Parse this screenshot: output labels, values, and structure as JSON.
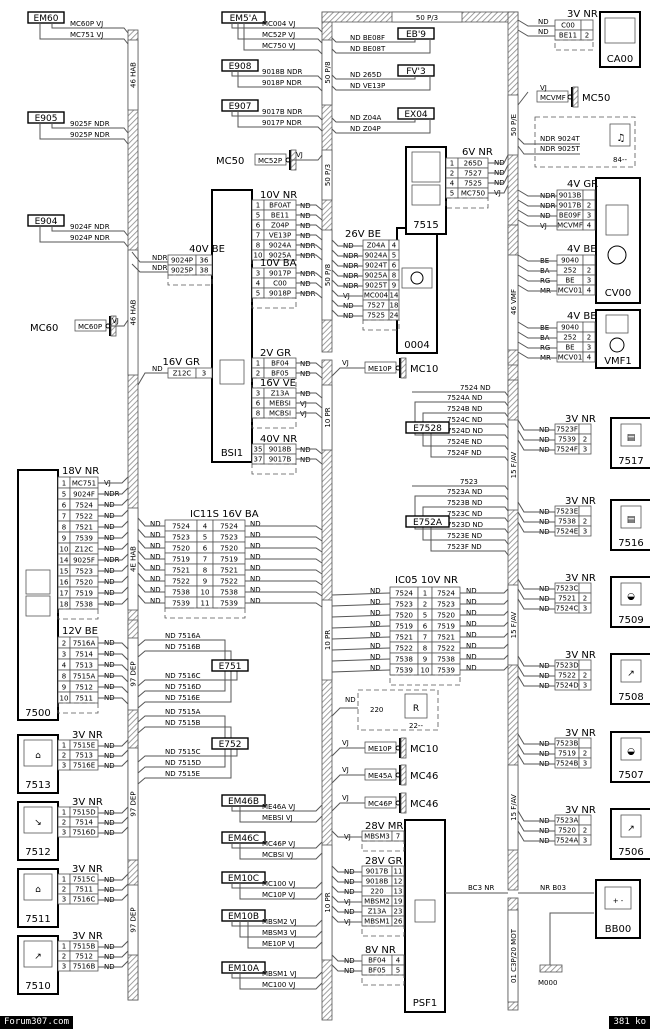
{
  "footer": {
    "left": "Forum307.com",
    "right": "381 ko"
  },
  "buses": {
    "hab_top": "46 HAB",
    "hab_mid": "46 HAB",
    "hab_low": "4E HAB",
    "p8_a": "50 P/8",
    "p3_top": "50 P/3",
    "p3_b": "50 P/3",
    "p8_b": "50 P/8",
    "pr_a": "10 PR",
    "pr_b": "10 PR",
    "pr_c": "10 PR",
    "pe": "50 P/E",
    "vmf": "46 VMF",
    "fav_a": "15 F/AV",
    "fav_b": "15 F/AV",
    "fav_c": "15 F/AV",
    "dep_a": "97 DEP",
    "dep_b": "97 DEP",
    "dep_c": "97 DEP",
    "mot": "01 C3P/20 MOT"
  },
  "splices_left": [
    {
      "id": "EM60",
      "wires": [
        "MC60P VJ",
        "MC751 VJ"
      ]
    },
    {
      "id": "E905",
      "wires": [
        "9025F NDR",
        "9025P NDR"
      ]
    },
    {
      "id": "E904",
      "wires": [
        "9024F NDR",
        "9024P NDR"
      ]
    }
  ],
  "splices_top": [
    {
      "id": "EM5'A",
      "wires": [
        "MC004 VJ",
        "MC52P VJ",
        "MC750 VJ"
      ]
    },
    {
      "id": "E908",
      "wires": [
        "9018B NDR",
        "9018P NDR"
      ]
    },
    {
      "id": "E907",
      "wires": [
        "9017B NDR",
        "9017P NDR"
      ]
    }
  ],
  "splices_mid": [
    {
      "id": "EB'9",
      "wires": [
        "ND  BE08F",
        "ND  BE08T"
      ]
    },
    {
      "id": "FV'3",
      "wires": [
        "ND  265D",
        "ND  VE13P"
      ]
    },
    {
      "id": "EX04",
      "wires": [
        "ND  Z04A",
        "ND  Z04P"
      ]
    }
  ],
  "grounds": [
    {
      "label": "MC50",
      "tag": "MC52P",
      "wire": "VJ"
    },
    {
      "label": "MC60",
      "tag": "MC60P",
      "wire": "VJ"
    },
    {
      "label": "MC50",
      "tag": "MCVMF",
      "wire": "VJ"
    },
    {
      "label": "MC10",
      "tag": "ME10P",
      "wire": "VJ"
    },
    {
      "label": "MC46",
      "tag": "ME45A",
      "wire": "VJ"
    },
    {
      "label": "MC46",
      "tag": "MC46P",
      "wire": "VJ"
    },
    {
      "label": "MC10",
      "tag": "MC10P",
      "wire": "VJ"
    }
  ],
  "bsi": {
    "label": "BSI1",
    "c40": {
      "title": "40V BE",
      "rows": [
        [
          "9024P",
          "36",
          "NDR"
        ],
        [
          "9025P",
          "38",
          "NDR"
        ]
      ]
    },
    "c16gr": {
      "title": "16V GR",
      "rows": [
        [
          "Z12C",
          "3",
          "ND"
        ]
      ]
    },
    "c10nr": {
      "title": "10V NR",
      "rows": [
        [
          "1",
          "BF0AT",
          "ND"
        ],
        [
          "5",
          "BE11",
          "ND"
        ],
        [
          "6",
          "Z04P",
          "ND"
        ],
        [
          "7",
          "VE13P",
          "ND"
        ],
        [
          "8",
          "9024A",
          "NDR"
        ],
        [
          "10",
          "9025A",
          "NDR"
        ]
      ]
    },
    "c10ba": {
      "title": "10V BA",
      "rows": [
        [
          "3",
          "9017P",
          "NDR"
        ],
        [
          "4",
          "C00",
          "ND"
        ],
        [
          "5",
          "9018P",
          "NDR"
        ]
      ]
    },
    "c2gr": {
      "title": "2V GR",
      "rows": [
        [
          "1",
          "BF04",
          "ND"
        ],
        [
          "2",
          "BF05",
          "ND"
        ]
      ]
    },
    "c16ve": {
      "title": "16V VE",
      "rows": [
        [
          "3",
          "Z13A",
          "ND"
        ],
        [
          "6",
          "MEBSI",
          "VJ"
        ],
        [
          "8",
          "MCBSI",
          "VJ"
        ]
      ]
    },
    "c40nr": {
      "title": "40V NR",
      "rows": [
        [
          "35",
          "9018B",
          "ND"
        ],
        [
          "37",
          "9017B",
          "ND"
        ]
      ]
    }
  },
  "c0004": {
    "label": "0004",
    "title": "26V BE",
    "rows": [
      [
        "ND",
        "Z04A",
        "4"
      ],
      [
        "NDR",
        "9024A",
        "5"
      ],
      [
        "NDR",
        "9024T",
        "6"
      ],
      [
        "NDR",
        "9025A",
        "8"
      ],
      [
        "NDR",
        "9025T",
        "9"
      ],
      [
        "VJ",
        "MC004",
        "14"
      ],
      [
        "ND",
        "7527",
        "18"
      ],
      [
        "ND",
        "7525",
        "24"
      ]
    ]
  },
  "c7515": {
    "label": "7515",
    "title": "6V NR",
    "rows": [
      [
        "1",
        "265D",
        "ND"
      ],
      [
        "2",
        "7527",
        "ND"
      ],
      [
        "4",
        "7525",
        "ND"
      ],
      [
        "5",
        "MC750",
        "VJ"
      ]
    ]
  },
  "ca00": {
    "label": "CA00",
    "title": "3V NR",
    "rows": [
      [
        "ND",
        "C00",
        ""
      ],
      [
        "ND",
        "BE11",
        "2"
      ]
    ]
  },
  "c84": {
    "label": "84--",
    "rows": [
      [
        "NDR",
        "9024T"
      ],
      [
        "NDR",
        "9025T"
      ]
    ]
  },
  "cv00": {
    "label": "CV00",
    "top": {
      "title": "4V GR",
      "rows": [
        [
          "NDR",
          "9013B",
          ""
        ],
        [
          "NDR",
          "9017B",
          "2"
        ],
        [
          "ND",
          "BE09F",
          "3"
        ],
        [
          "VJ",
          "MCVMF",
          "4"
        ]
      ]
    },
    "bottom": {
      "title": "4V BE",
      "rows": [
        [
          "BE",
          "9040",
          ""
        ],
        [
          "BA",
          "252",
          "2"
        ],
        [
          "RG",
          "BE",
          "3"
        ],
        [
          "MR",
          "MCV01",
          "4"
        ]
      ]
    }
  },
  "vmf1": {
    "label": "VMF1",
    "title": "4V BE",
    "rows": [
      [
        "BE",
        "9040",
        ""
      ],
      [
        "BA",
        "252",
        "2"
      ],
      [
        "RG",
        "BE",
        "3"
      ],
      [
        "MR",
        "MCV01",
        "4"
      ]
    ]
  },
  "e7528": {
    "id": "E7528",
    "head": "7524 ND",
    "wires": [
      "7524A ND",
      "7524B ND",
      "7524C ND",
      "7524D ND",
      "7524E ND",
      "7524F ND"
    ]
  },
  "e752a": {
    "id": "E752A",
    "head": "7523",
    "wires": [
      "7523A ND",
      "7523B ND",
      "7523C ND",
      "7523D ND",
      "7523E ND",
      "7523F ND"
    ]
  },
  "c7517": {
    "label": "7517",
    "title": "3V NR",
    "rows": [
      [
        "ND",
        "7523F",
        ""
      ],
      [
        "ND",
        "7539",
        "2"
      ],
      [
        "ND",
        "7524F",
        "3"
      ]
    ]
  },
  "c7516": {
    "label": "7516",
    "title": "3V NR",
    "rows": [
      [
        "ND",
        "7523E",
        ""
      ],
      [
        "ND",
        "7538",
        "2"
      ],
      [
        "ND",
        "7524E",
        "3"
      ]
    ]
  },
  "c7509": {
    "label": "7509",
    "title": "3V NR",
    "rows": [
      [
        "ND",
        "7523C",
        ""
      ],
      [
        "ND",
        "7521",
        "2"
      ],
      [
        "ND",
        "7524C",
        "3"
      ]
    ]
  },
  "c7508": {
    "label": "7508",
    "title": "3V NR",
    "rows": [
      [
        "ND",
        "7523D",
        ""
      ],
      [
        "ND",
        "7522",
        "2"
      ],
      [
        "ND",
        "7524D",
        "3"
      ]
    ]
  },
  "c7507": {
    "label": "7507",
    "title": "3V NR",
    "rows": [
      [
        "ND",
        "7523B",
        ""
      ],
      [
        "ND",
        "7519",
        "2"
      ],
      [
        "ND",
        "7524B",
        "3"
      ]
    ]
  },
  "c7506": {
    "label": "7506",
    "title": "3V NR",
    "rows": [
      [
        "ND",
        "7523A",
        ""
      ],
      [
        "ND",
        "7520",
        "2"
      ],
      [
        "ND",
        "7524A",
        "3"
      ]
    ]
  },
  "ic11s": {
    "title": "IC11S  16V BA",
    "rows": [
      [
        "7524",
        "4",
        "7524"
      ],
      [
        "7523",
        "5",
        "7523"
      ],
      [
        "7520",
        "6",
        "7520"
      ],
      [
        "7519",
        "7",
        "7519"
      ],
      [
        "7521",
        "8",
        "7521"
      ],
      [
        "7522",
        "9",
        "7522"
      ],
      [
        "7538",
        "10",
        "7538"
      ],
      [
        "7539",
        "11",
        "7539"
      ]
    ]
  },
  "ic05": {
    "title": "IC05   10V NR",
    "rows": [
      [
        "7524",
        "1",
        "7524"
      ],
      [
        "7523",
        "2",
        "7523"
      ],
      [
        "7520",
        "5",
        "7520"
      ],
      [
        "7519",
        "6",
        "7519"
      ],
      [
        "7521",
        "7",
        "7521"
      ],
      [
        "7522",
        "8",
        "7522"
      ],
      [
        "7538",
        "9",
        "7538"
      ],
      [
        "7539",
        "10",
        "7539"
      ]
    ]
  },
  "c22": {
    "label": "22--",
    "wire": "220",
    "col": "ND"
  },
  "c7500": {
    "label": "7500",
    "c18": {
      "title": "18V NR",
      "rows": [
        [
          "1",
          "MC751",
          "VJ"
        ],
        [
          "5",
          "9024F",
          "NDR"
        ],
        [
          "6",
          "7524",
          "ND"
        ],
        [
          "7",
          "7522",
          "ND"
        ],
        [
          "8",
          "7521",
          "ND"
        ],
        [
          "9",
          "7539",
          "ND"
        ],
        [
          "10",
          "Z12C",
          "ND"
        ],
        [
          "14",
          "9025F",
          "NDR"
        ],
        [
          "15",
          "7523",
          "ND"
        ],
        [
          "16",
          "7520",
          "ND"
        ],
        [
          "17",
          "7519",
          "ND"
        ],
        [
          "18",
          "7538",
          "ND"
        ]
      ]
    },
    "c12": {
      "title": "12V BE",
      "rows": [
        [
          "2",
          "7516A",
          "ND"
        ],
        [
          "3",
          "7514",
          "ND"
        ],
        [
          "4",
          "7513",
          "ND"
        ],
        [
          "8",
          "7515A",
          "ND"
        ],
        [
          "9",
          "7512",
          "ND"
        ],
        [
          "10",
          "7511",
          "ND"
        ]
      ]
    }
  },
  "e751": {
    "id": "E751",
    "wires": [
      "ND  7516A",
      "ND  7516B",
      "ND  7516C",
      "ND  7516D",
      "ND  7516E"
    ]
  },
  "e752": {
    "id": "E752",
    "wires": [
      "ND  7515A",
      "ND  7515B",
      "ND  7515C",
      "ND  7515D",
      "ND  7515E"
    ]
  },
  "sensors": [
    {
      "label": "7513",
      "title": "3V NR",
      "rows": [
        [
          "1",
          "7515E",
          "ND"
        ],
        [
          "2",
          "7513",
          "ND"
        ],
        [
          "3",
          "7516E",
          "ND"
        ]
      ]
    },
    {
      "label": "7512",
      "title": "3V NR",
      "rows": [
        [
          "1",
          "7515D",
          "ND"
        ],
        [
          "2",
          "7514",
          "ND"
        ],
        [
          "3",
          "7516D",
          "ND"
        ]
      ]
    },
    {
      "label": "7511",
      "title": "3V NR",
      "rows": [
        [
          "1",
          "7515C",
          "ND"
        ],
        [
          "2",
          "7511",
          "ND"
        ],
        [
          "3",
          "7516C",
          "ND"
        ]
      ]
    },
    {
      "label": "7510",
      "title": "3V NR",
      "rows": [
        [
          "1",
          "7515B",
          "ND"
        ],
        [
          "2",
          "7512",
          "ND"
        ],
        [
          "3",
          "7516B",
          "ND"
        ]
      ]
    }
  ],
  "splices_bottom": [
    {
      "id": "EM46B",
      "wires": [
        "ME46A VJ",
        "MEBSI VJ"
      ]
    },
    {
      "id": "EM46C",
      "wires": [
        "MC46P VJ",
        "MCBSI VJ"
      ]
    },
    {
      "id": "EM10C",
      "wires": [
        "MC100 VJ",
        "MC10P VJ"
      ]
    },
    {
      "id": "EM10B",
      "wires": [
        "MBSM2 VJ",
        "MBSM3 VJ",
        "ME10P VJ"
      ]
    },
    {
      "id": "EM10A",
      "wires": [
        "MBSM1 VJ",
        "MC100 VJ"
      ]
    }
  ],
  "psf1": {
    "label": "PSF1",
    "c28mr": {
      "title": "28V MR",
      "rows": [
        [
          "VJ",
          "MBSM3",
          "7"
        ]
      ]
    },
    "c28gr": {
      "title": "28V GR",
      "rows": [
        [
          "ND",
          "9017B",
          "11"
        ],
        [
          "ND",
          "9018B",
          "12"
        ],
        [
          "ND",
          "220",
          "13"
        ],
        [
          "VJ",
          "MBSM2",
          "19"
        ],
        [
          "ND",
          "Z13A",
          "23"
        ],
        [
          "VJ",
          "MBSM1",
          "26"
        ]
      ]
    },
    "c8nr": {
      "title": "8V NR",
      "rows": [
        [
          "ND",
          "BF04",
          "4"
        ],
        [
          "ND",
          "BF05",
          "5"
        ]
      ]
    }
  },
  "bb00": {
    "label": "BB00",
    "left_wire": [
      "BC3",
      "NR"
    ],
    "right_wire": [
      "NR",
      "B03"
    ],
    "ground": "M000"
  }
}
